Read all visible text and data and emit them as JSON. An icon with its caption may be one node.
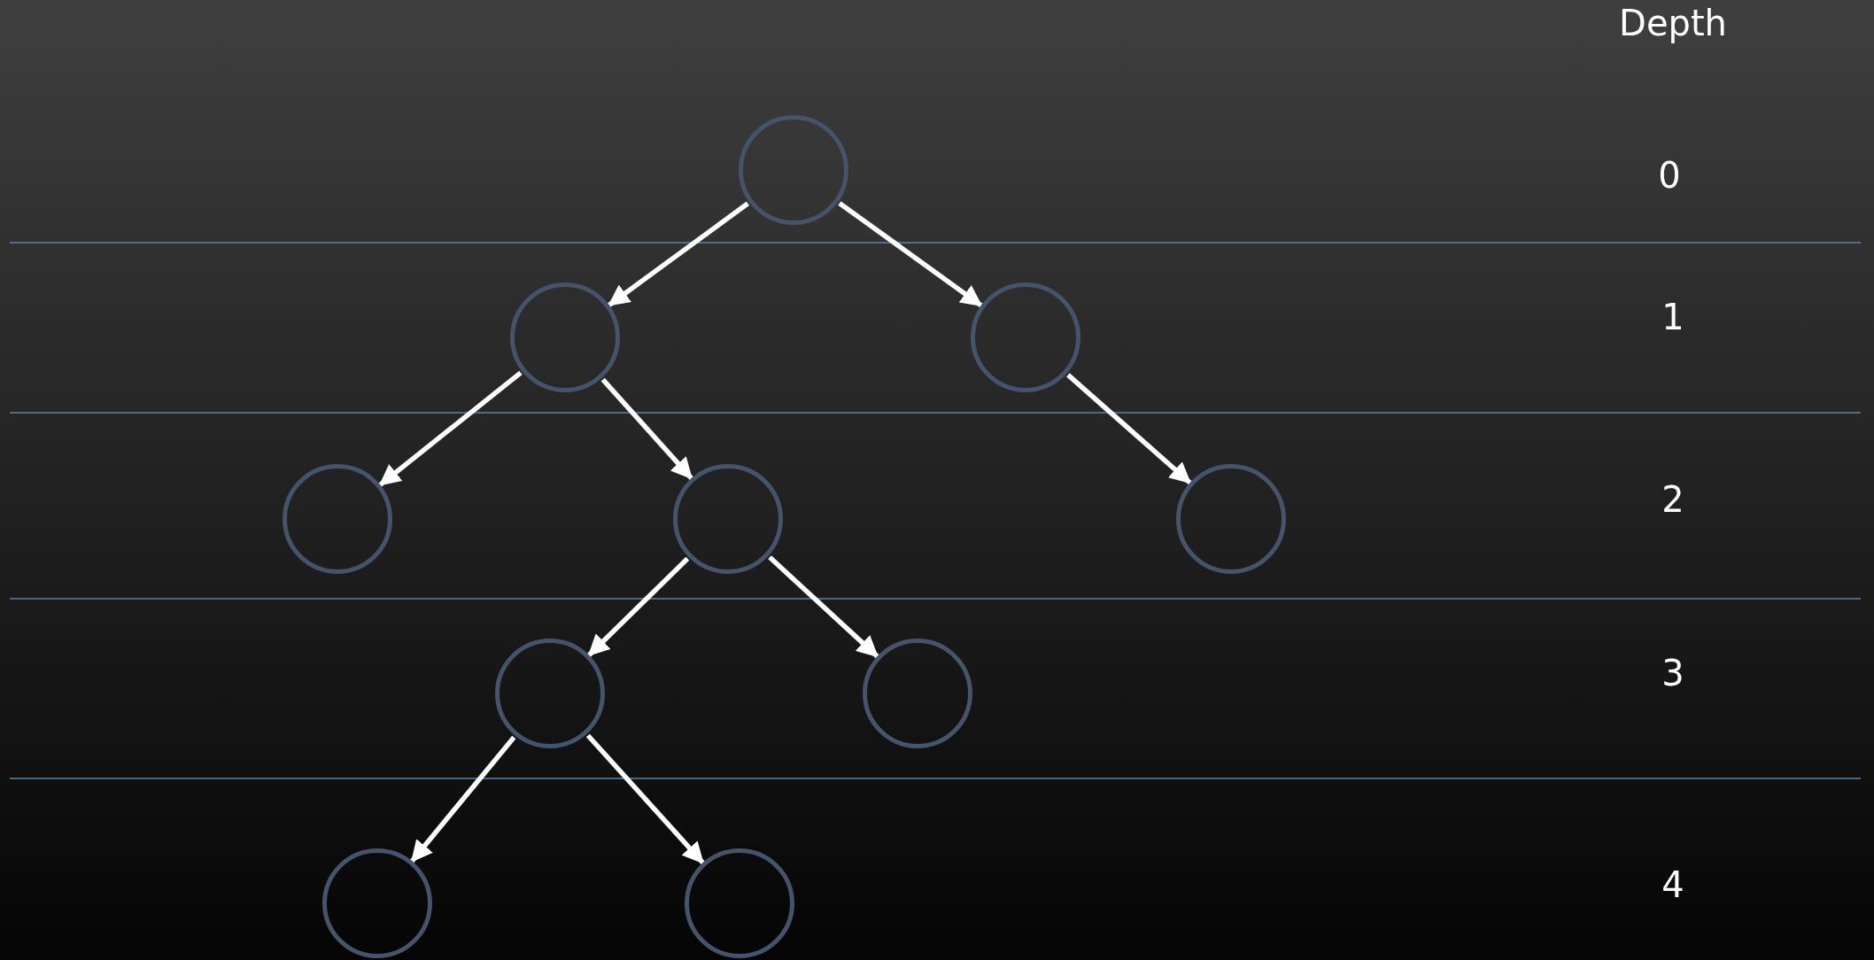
{
  "diagram": {
    "nodes": [
      {
        "text": [],
        "shape": "circle"
      },
      {
        "text": [],
        "shape": "circle"
      },
      {
        "text": [],
        "shape": "circle"
      },
      {
        "text": [],
        "shape": "circle"
      },
      {
        "text": [],
        "shape": "circle"
      },
      {
        "text": [],
        "shape": "circle"
      },
      {
        "text": [],
        "shape": "circle"
      },
      {
        "text": [],
        "shape": "circle"
      },
      {
        "text": [],
        "shape": "circle"
      },
      {
        "text": [],
        "shape": "circle"
      }
    ],
    "edges": [
      {
        "from": 0,
        "to": 1,
        "arrow": "to"
      },
      {
        "from": 0,
        "to": 2,
        "arrow": "to"
      },
      {
        "from": 1,
        "to": 3,
        "arrow": "to"
      },
      {
        "from": 1,
        "to": 4,
        "arrow": "to"
      },
      {
        "from": 2,
        "to": 5,
        "arrow": "to"
      },
      {
        "from": 4,
        "to": 6,
        "arrow": "to"
      },
      {
        "from": 4,
        "to": 7,
        "arrow": "to"
      },
      {
        "from": 6,
        "to": 8,
        "arrow": "to"
      },
      {
        "from": 6,
        "to": 9,
        "arrow": "to"
      }
    ],
    "labels": [
      "Depth",
      "0",
      "1",
      "2",
      "3",
      "4"
    ]
  }
}
